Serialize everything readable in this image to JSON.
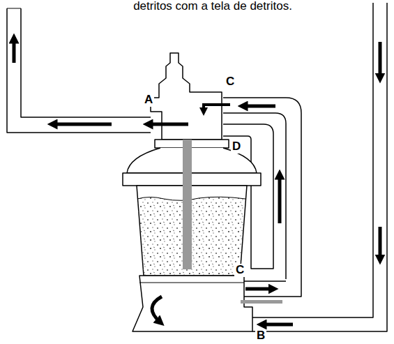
{
  "diagram": {
    "labels": [
      "detritos com a tela de detritos.",
      "A",
      "C",
      "D",
      "C",
      "B"
    ]
  }
}
